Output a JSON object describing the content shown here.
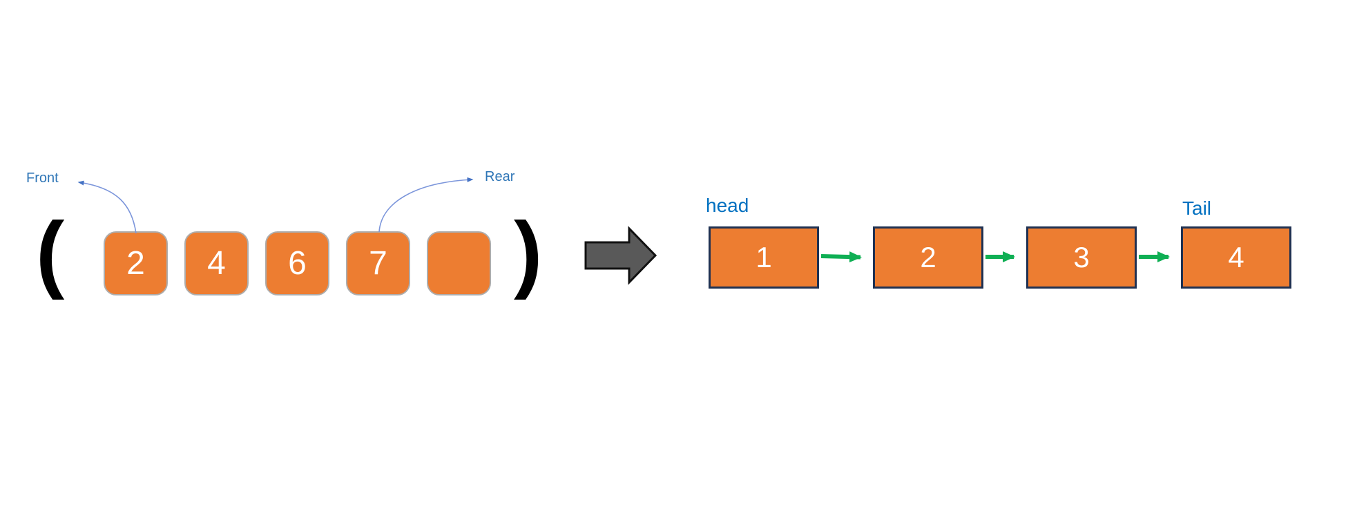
{
  "diagram": {
    "description": "Queue converted to singly linked list",
    "queue": {
      "open_paren": "(",
      "close_paren": ")",
      "front_label": "Front",
      "rear_label": "Rear",
      "cells": [
        {
          "value": "2"
        },
        {
          "value": "4"
        },
        {
          "value": "6"
        },
        {
          "value": "7"
        },
        {
          "value": ""
        }
      ]
    },
    "transform_arrow": {
      "shape": "right-block-arrow"
    },
    "linked_list": {
      "head_label": "head",
      "tail_label": "Tail",
      "nodes": [
        {
          "value": "1"
        },
        {
          "value": "2"
        },
        {
          "value": "3"
        },
        {
          "value": "4"
        }
      ]
    },
    "colors": {
      "box_orange": "#ED7D31",
      "queue_cell_border": "#ADADAD",
      "node_border_navy": "#1F3152",
      "link_arrow_green": "#0FAF54",
      "pointer_label_blue": "#2E75B6",
      "list_label_blue": "#0070C0",
      "connector_blue": "#7C96DB",
      "block_arrow_gray": "#595959",
      "paren_black": "#000000"
    }
  }
}
